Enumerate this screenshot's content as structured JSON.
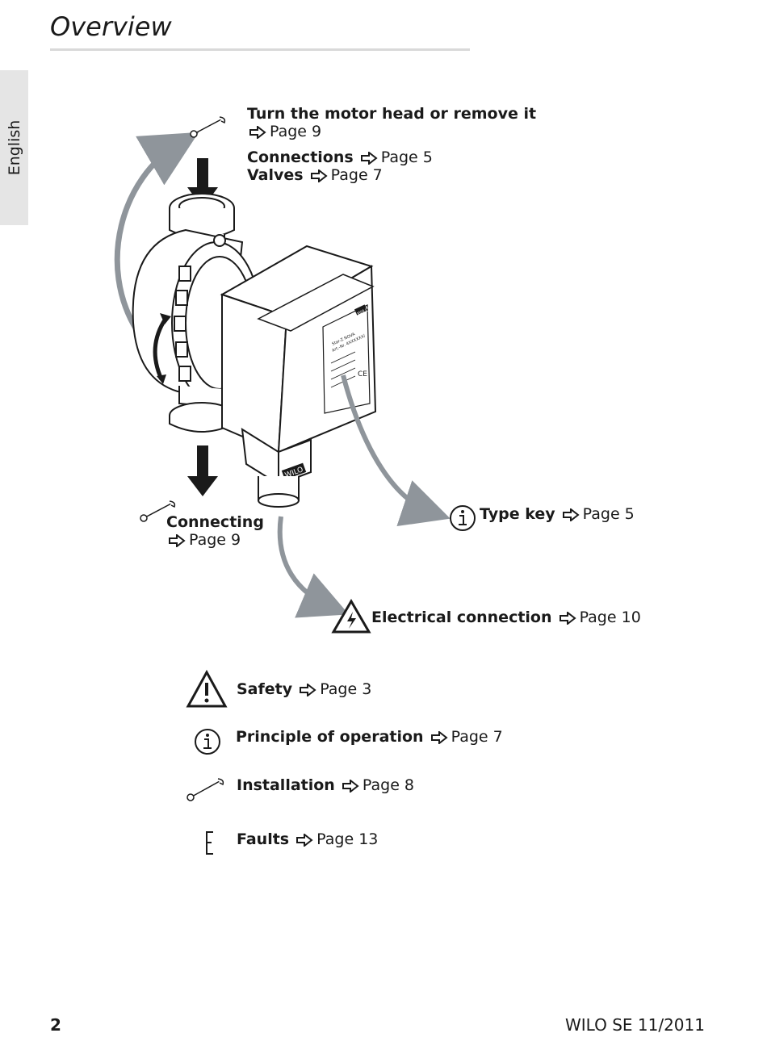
{
  "header": {
    "title": "Overview",
    "side_tab": "English"
  },
  "callouts": {
    "turn_head": {
      "label": "Turn the motor head or remove it",
      "page": "Page 9"
    },
    "connections": {
      "label": "Connections",
      "page": "Page 5"
    },
    "valves": {
      "label": "Valves",
      "page": "Page 7"
    },
    "connecting": {
      "label": "Connecting",
      "page": "Page 9"
    },
    "type_key": {
      "label": "Type key",
      "page": "Page 5"
    },
    "electrical": {
      "label": "Electrical connection",
      "page": "Page 10"
    }
  },
  "legend": {
    "safety": {
      "label": "Safety",
      "page": "Page 3"
    },
    "principle": {
      "label": "Principle of operation",
      "page": "Page 7"
    },
    "installation": {
      "label": "Installation",
      "page": "Page 8"
    },
    "faults": {
      "label": "Faults",
      "page": "Page 13"
    }
  },
  "illustration": {
    "brand_top": "WILO",
    "brand_bottom": "WILO",
    "nameplate_line1": "Star-Z NOVA",
    "nameplate_line2": "Art.-Nr. 4XXXXXX/",
    "ce_mark": "CE"
  },
  "footer": {
    "page_number": "2",
    "publisher": "WILO SE 11/2011"
  },
  "colors": {
    "arrow_gray": "#8f959b",
    "text": "#1a1a1a",
    "tab_bg": "#e5e5e5"
  }
}
